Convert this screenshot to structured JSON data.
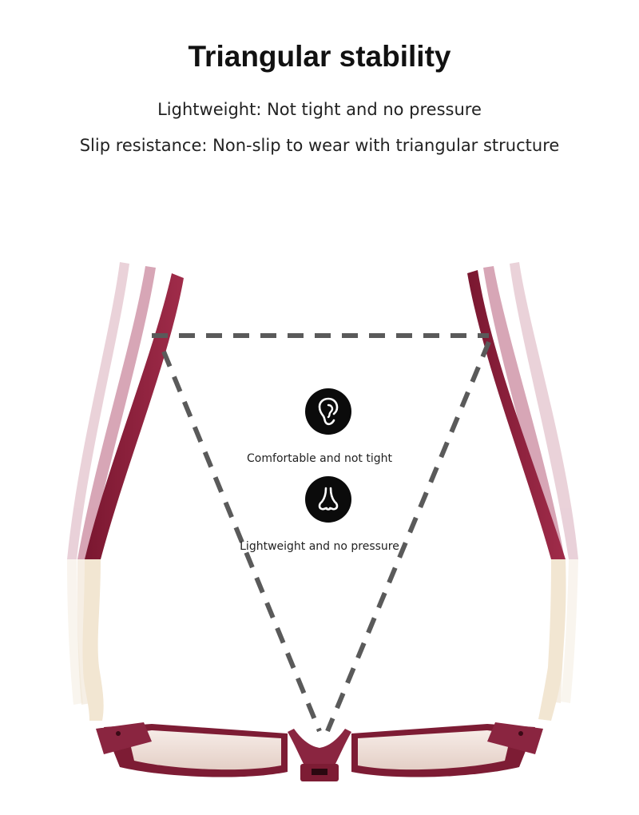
{
  "header": {
    "title": "Triangular stability",
    "line1": "Lightweight: Not tight and no pressure",
    "line2": "Slip resistance: Non-slip to wear with triangular structure"
  },
  "features": [
    {
      "icon": "ear-icon",
      "label": "Comfortable and not tight"
    },
    {
      "icon": "nose-icon",
      "label": "Lightweight and no pressure"
    }
  ],
  "colors": {
    "frame": "#8a1f3a",
    "frame_faded": "#c9a2ae",
    "cream": "#f4ead8",
    "dash": "#5a5a5a",
    "lens": "#efe2dc"
  }
}
